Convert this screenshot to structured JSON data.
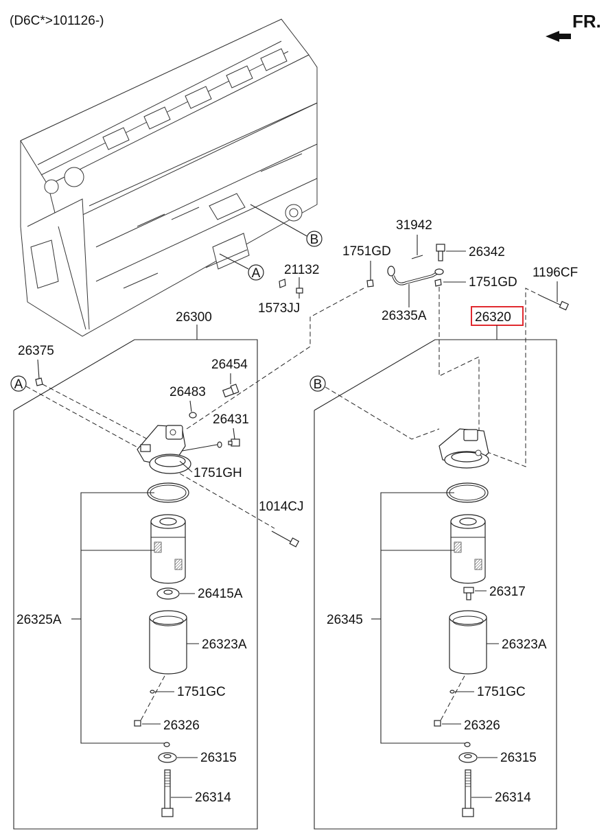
{
  "header": {
    "model_code": "(D6C*>101126-)",
    "direction": "FR."
  },
  "callouts": {
    "A": "A",
    "B": "B"
  },
  "labels": {
    "p26300": "26300",
    "p26375": "26375",
    "p26454": "26454",
    "p26483": "26483",
    "p26431": "26431",
    "p1751GH": "1751GH",
    "p1014CJ": "1014CJ",
    "p26415A": "26415A",
    "p26325A": "26325A",
    "p26323A_l": "26323A",
    "p1751GC_l": "1751GC",
    "p26326_l": "26326",
    "p26315_l": "26315",
    "p26314_l": "26314",
    "p21132": "21132",
    "p1573JJ": "1573JJ",
    "p1751GD_a": "1751GD",
    "p31942": "31942",
    "p26342": "26342",
    "p1751GD_b": "1751GD",
    "p1196CF": "1196CF",
    "p26335A": "26335A",
    "p26320": "26320",
    "p26317": "26317",
    "p26345": "26345",
    "p26323A_r": "26323A",
    "p1751GC_r": "1751GC",
    "p26326_r": "26326",
    "p26315_r": "26315",
    "p26314_r": "26314"
  },
  "colors": {
    "highlight": "#e0282e",
    "ink": "#222222"
  }
}
